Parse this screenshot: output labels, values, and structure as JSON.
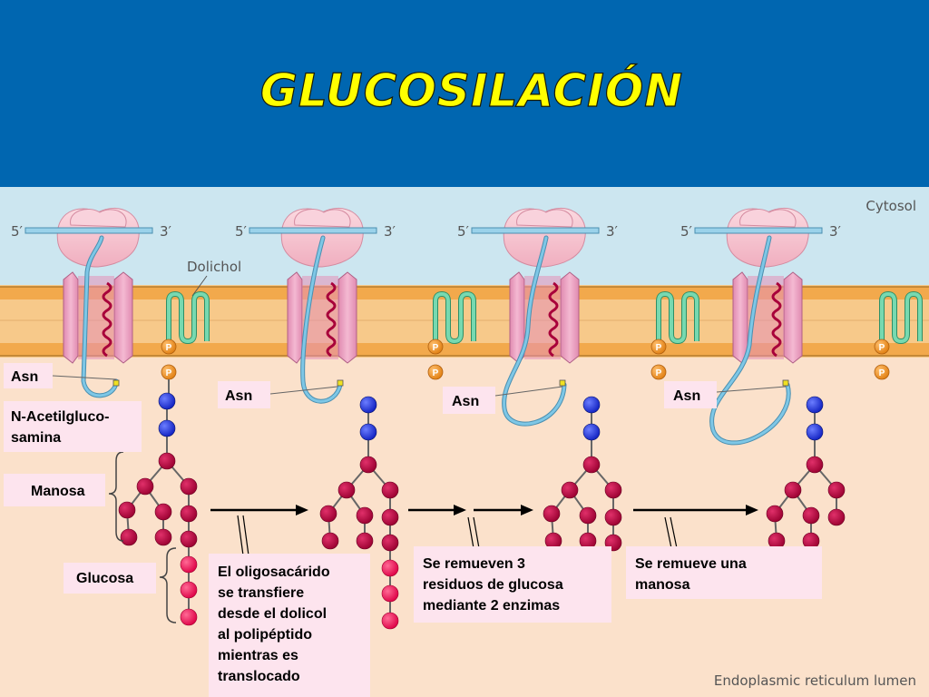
{
  "title": "GLUCOSILACIÓN",
  "compartments": {
    "cytosol": "Cytosol",
    "lumen": "Endoplasmic reticulum lumen"
  },
  "membrane_label": "Dolichol",
  "strand": {
    "five_prime": "5′",
    "three_prime": "3′"
  },
  "phosphate_symbol": "P",
  "asn_label": "Asn",
  "legend": {
    "nacetyl": [
      "N-Acetilgluco-",
      "samina"
    ],
    "manosa": "Manosa",
    "glucosa": "Glucosa"
  },
  "steps": [
    {
      "lines": [
        "El oligosacárido",
        "se transfiere",
        "desde el dolicol",
        "al polipéptido",
        "mientras es",
        "translocado"
      ]
    },
    {
      "lines": [
        "Se remueven 3",
        "residuos de glucosa",
        "mediante 2 enzimas"
      ]
    },
    {
      "lines": [
        "Se remueve una",
        "manosa"
      ]
    }
  ],
  "colors": {
    "title_bg": "#0066b0",
    "title_text": "#ffff00",
    "cytosol": "#cce6f0",
    "lumen": "#fbe1cb",
    "membrane_orange": "#f5b15c",
    "ribosome": "#f7c3cf",
    "translocon": "#ea9fc1",
    "nacetyl": "#2233dd",
    "manosa": "#b00038",
    "glucosa": "#e8004a",
    "dolichol": "#77d9b0",
    "phosphate": "#f2932c",
    "chain": "#7ec7e6"
  }
}
